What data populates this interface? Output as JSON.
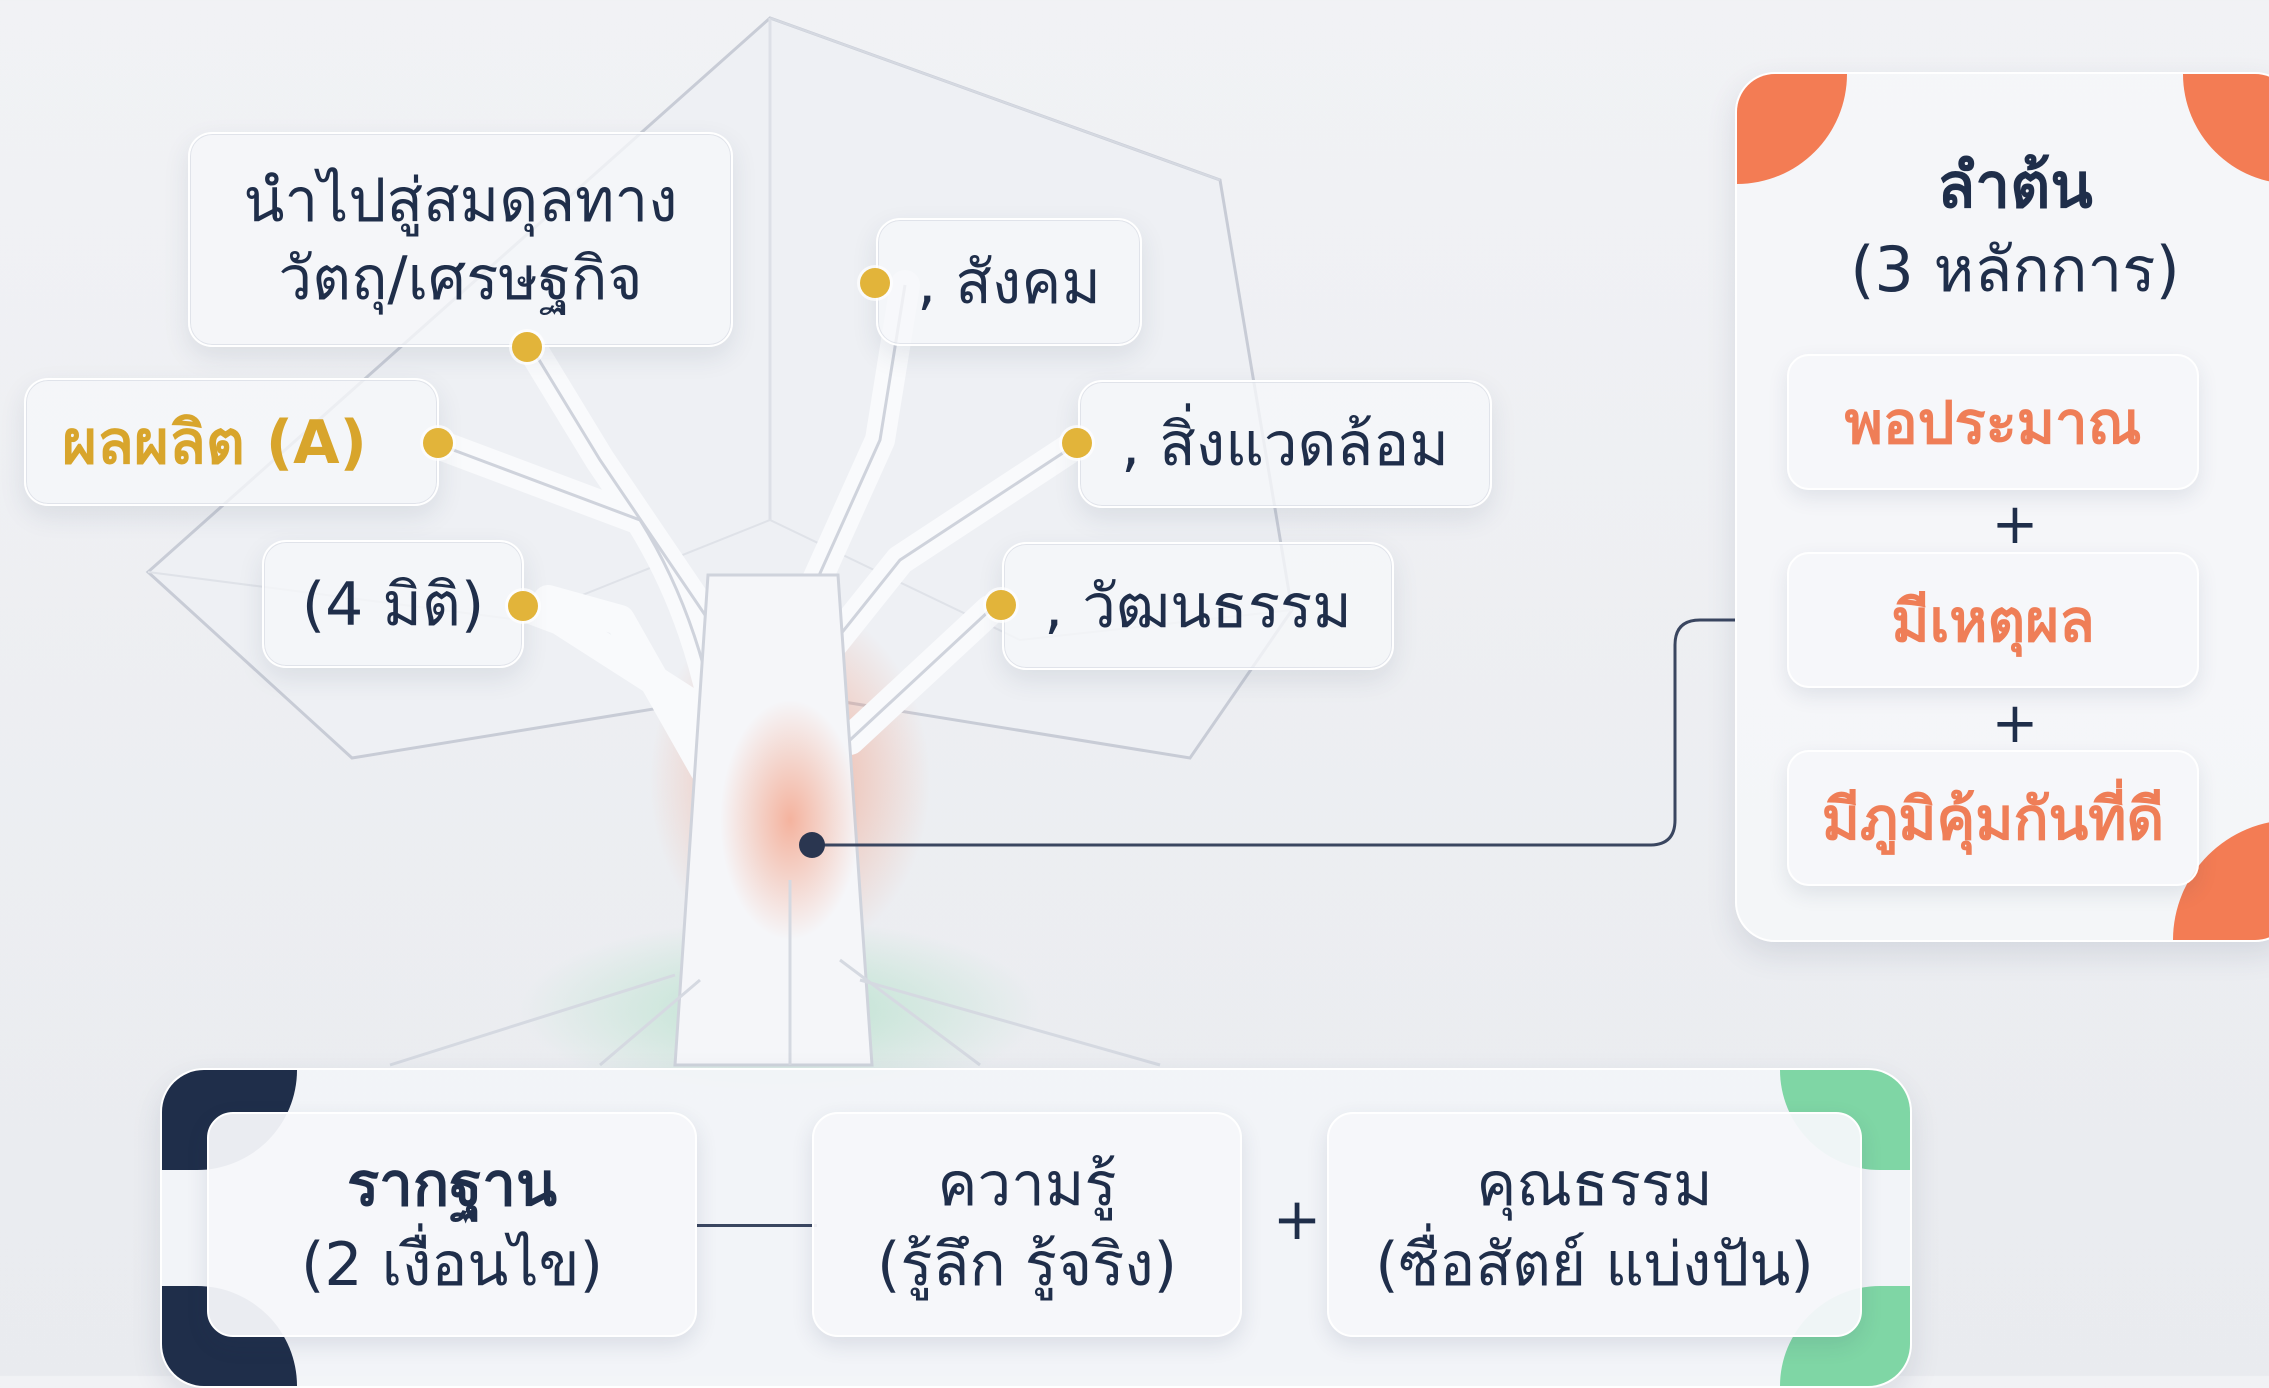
{
  "fruits": {
    "balance": "นำไปสู่สมดุลทาง\nวัตถุ/เศรษฐกิจ",
    "output": "ผลผลิต (A)",
    "dimensions": "(4 มิติ)",
    "social": ", สังคม",
    "environment": ", สิ่งแวดล้อม",
    "culture": ", วัฒนธรรม"
  },
  "trunk": {
    "title": "ลำต้น",
    "subtitle": "(3 หลักการ)",
    "principles": [
      "พอประมาณ",
      "มีเหตุผล",
      "มีภูมิคุ้มกันที่ดี"
    ],
    "plus": "+"
  },
  "roots": {
    "title": "รากฐาน",
    "subtitle": "(2 เงื่อนไข)",
    "knowledge": "ความรู้\n(รู้ลึก รู้จริง)",
    "plus": "+",
    "virtue": "คุณธรรม\n(ซื่อสัตย์ แบ่งปัน)"
  },
  "colors": {
    "navy": "#1f2e4a",
    "gold": "#e2b43a",
    "orange": "#f37c54",
    "green": "#7fd6a5"
  }
}
